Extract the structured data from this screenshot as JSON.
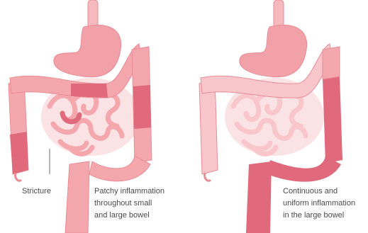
{
  "left_panel": {
    "stricture_label": "Stricture",
    "caption_lines": [
      "Patchy inflammation",
      "throughout small",
      "and large bowel"
    ]
  },
  "right_panel": {
    "caption_lines": [
      "Continuous and",
      "uniform inflammation",
      "in the large bowel"
    ]
  },
  "colors": {
    "healthy_tissue": "#f4a7ad",
    "inflamed_tissue": "#e06a7c",
    "light_tissue": "#f8c6cb",
    "stomach": "#f2a1a8",
    "esophagus": "#f6b9be",
    "outline": "#e98c96",
    "text": "#4a4a4a"
  },
  "icons": [
    "digestive-tract-illustration"
  ]
}
